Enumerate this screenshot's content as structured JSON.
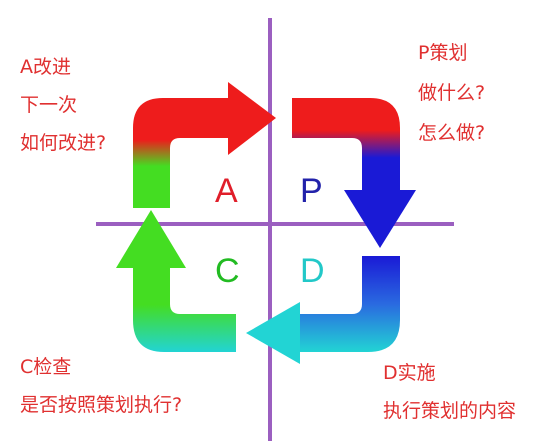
{
  "colors": {
    "axis": "#9b5fc0",
    "red": "#ee1c1c",
    "blue": "#1a1ad6",
    "green": "#44dd22",
    "cyan": "#22d4d4",
    "text": "#e03030"
  },
  "quadrants": {
    "A": {
      "letter": "A",
      "color": "#e01e2a"
    },
    "P": {
      "letter": "P",
      "color": "#2222aa"
    },
    "C": {
      "letter": "C",
      "color": "#22bb22"
    },
    "D": {
      "letter": "D",
      "color": "#22c8c8"
    }
  },
  "notes": {
    "A": [
      "A改进",
      "下一次",
      "如何改进?"
    ],
    "P": [
      "P策划",
      "做什么?",
      "怎么做?"
    ],
    "C": [
      "C检查",
      "是否按照策划执行?"
    ],
    "D": [
      "D实施",
      "执行策划的内容"
    ]
  }
}
